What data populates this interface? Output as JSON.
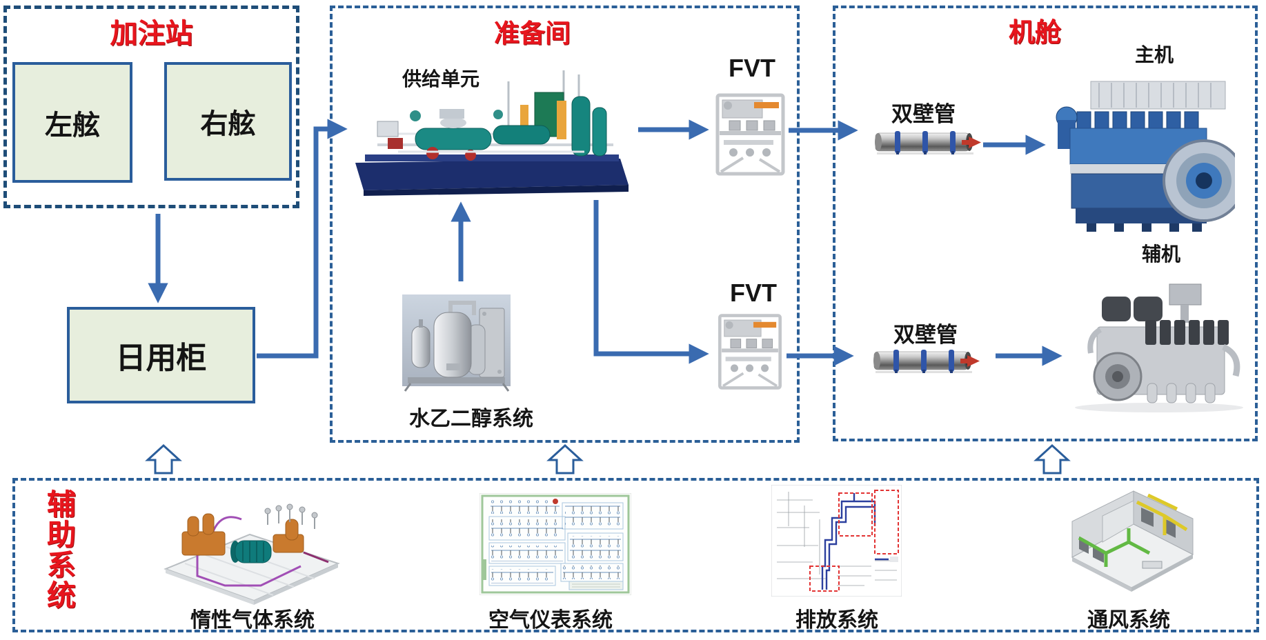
{
  "colors": {
    "region_border_blue": "#2b5f97",
    "station_border_blue": "#1e4d78",
    "box_fill_green": "#e7eedd",
    "box_border_blue": "#2a5d9b",
    "title_red": "#e8151d",
    "arrow_blue": "#3a6bb0",
    "pipe_clamp_blue": "#2f55a8",
    "pipe_tip_red": "#c0392b"
  },
  "bunkering_station": {
    "title": "加注站",
    "port_label": "左舷",
    "starboard_label": "右舷"
  },
  "day_tank": {
    "label": "日用柜"
  },
  "preparation_room": {
    "title": "准备间",
    "supply_unit_label": "供给单元",
    "glycol_label": "水乙二醇系统",
    "fvt_top_label": "FVT",
    "fvt_bottom_label": "FVT"
  },
  "engine_room": {
    "title": "机舱",
    "double_wall_pipe_top_label": "双壁管",
    "double_wall_pipe_bottom_label": "双壁管",
    "main_engine_label": "主机",
    "aux_engine_label": "辅机"
  },
  "auxiliary_systems": {
    "title": "辅助系统",
    "title_chars": [
      "辅",
      "助",
      "系",
      "统"
    ],
    "inert_gas_label": "惰性气体系统",
    "air_instrument_label": "空气仪表系统",
    "discharge_label": "排放系统",
    "ventilation_label": "通风系统"
  }
}
